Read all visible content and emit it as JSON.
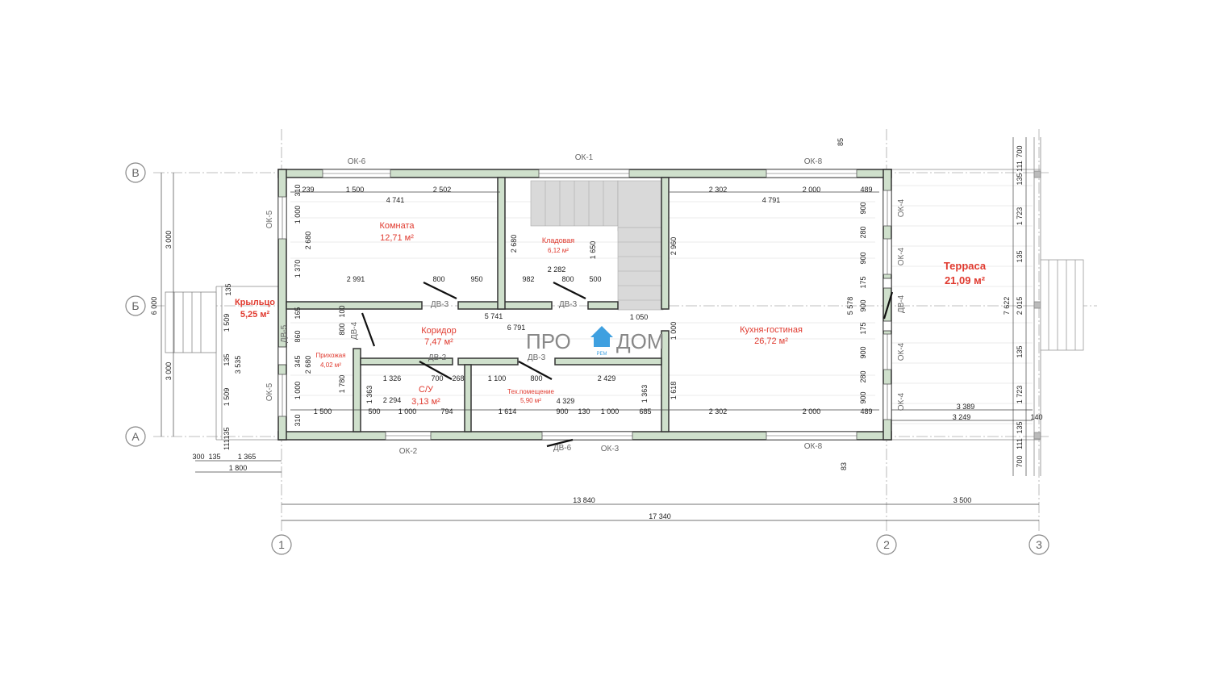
{
  "logo": {
    "left": "ПРО",
    "right": "ДОМ",
    "sub": "РЕМ"
  },
  "axes": {
    "b2": "В",
    "b1": "Б",
    "a": "А",
    "n1": "1",
    "n2": "2",
    "n3": "3"
  },
  "rooms": {
    "room": {
      "name": "Комната",
      "area": "12,71 м²"
    },
    "storage": {
      "name": "Кладовая",
      "area": "6,12 м²"
    },
    "kitchen": {
      "name": "Кухня-гостиная",
      "area": "26,72 м²"
    },
    "terrace": {
      "name": "Терраса",
      "area": "21,09 м²"
    },
    "porch": {
      "name": "Крыльцо",
      "area": "5,25 м²"
    },
    "corridor": {
      "name": "Коридор",
      "area": "7,47 м²"
    },
    "hall": {
      "name": "Прихожая",
      "area": "4,02 м²"
    },
    "wc": {
      "name": "С/У",
      "area": "3,13 м²"
    },
    "tech": {
      "name": "Тех.помещение",
      "area": "5,90 м²"
    }
  },
  "openings": {
    "ok6": "ОК-6",
    "ok1": "ОК-1",
    "ok8_top": "ОК-8",
    "ok5_top": "ОК-5",
    "ok5_bot": "ОК-5",
    "ok2": "ОК-2",
    "ok3": "ОК-3",
    "ok8_bot": "ОК-8",
    "ok4_a": "ОК-4",
    "ok4_b": "ОК-4",
    "ok4_c": "ОК-4",
    "ok4_d": "ОК-4",
    "dv5": "ДВ-5",
    "dv4_left": "ДВ-4",
    "dv4_right": "ДВ-4",
    "dv3_a": "ДВ-3",
    "dv3_b": "ДВ-3",
    "dv3_c": "ДВ-3",
    "dv2": "ДВ-2",
    "dv6": "ДВ-6"
  },
  "dims": {
    "t85": "85",
    "b83": "83",
    "total_13840": "13 840",
    "total_17340": "17 340",
    "total_3500": "3 500",
    "porch_1800": "1 800",
    "porch_300": "300",
    "porch_135": "135",
    "porch_1365": "1 365",
    "left_3000_top": "3 000",
    "left_6000": "6 000",
    "left_3000_bot": "3 000",
    "r_239": "239",
    "r_1500_top": "1 500",
    "r_2502": "2 502",
    "r_4741": "4 741",
    "r_310_top": "310",
    "r_1000_top": "1 000",
    "r_2680_top": "2 680",
    "r_1370": "1 370",
    "r_2991": "2 991",
    "r_800_a": "800",
    "r_950": "950",
    "s_2680": "2 680",
    "s_1650": "1 650",
    "s_2282": "2 282",
    "s_982": "982",
    "s_800": "800",
    "s_500": "500",
    "k_2302_top": "2 302",
    "k_2000_top": "2 000",
    "k_489_top": "489",
    "k_4791": "4 791",
    "k_2960": "2 960",
    "k_1050": "1 050",
    "k_5578": "5 578",
    "k_1000": "1 000",
    "k_2302_bot": "2 302",
    "k_2000_bot": "2 000",
    "k_489_bot": "489",
    "c_5741": "5 741",
    "c_6791": "6 791",
    "c_100": "100",
    "c_800": "800",
    "c_165": "165",
    "c_860": "860",
    "h_345": "345",
    "h_2680": "2 680",
    "h_1780": "1 780",
    "h_1000": "1 000",
    "h_310": "310",
    "h_1500": "1 500",
    "w_1326": "1 326",
    "w_700": "700",
    "w_268": "268",
    "w_1363": "1 363",
    "w_2294": "2 294",
    "w_500": "500",
    "w_1000": "1 000",
    "w_794": "794",
    "t_1100": "1 100",
    "t_800": "800",
    "t_2429": "2 429",
    "t_1363": "1 363",
    "t_1618": "1 618",
    "t_4329": "4 329",
    "t_1614": "1 614",
    "t_900": "900",
    "t_130": "130",
    "t_1000": "1 000",
    "t_685": "685",
    "rw_900_1": "900",
    "rw_280_1": "280",
    "rw_900_2": "900",
    "rw_175_1": "175",
    "rw_900_3": "900",
    "rw_175_2": "175",
    "rw_900_4": "900",
    "rw_280_2": "280",
    "rw_900_5": "900",
    "tr_700_top": "700",
    "tr_111_top": "111",
    "tr_135_top": "135",
    "tr_1723_top": "1 723",
    "tr_135_a": "135",
    "tr_7622": "7 622",
    "tr_2015": "2 015",
    "tr_135_b": "135",
    "tr_1723_bot": "1 723",
    "tr_135_bot": "135",
    "tr_111_bot": "111",
    "tr_700_bot": "700",
    "tr_3389": "3 389",
    "tr_3249": "3 249",
    "tr_140": "140",
    "p_135_top": "135",
    "p_1509_top": "1 509",
    "p_135_mid": "135",
    "p_3535": "3 535",
    "p_1509_bot": "1 509",
    "p_135_bot": "135",
    "p_111": "111"
  }
}
